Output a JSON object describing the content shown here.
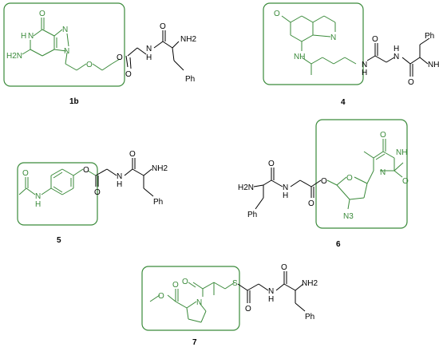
{
  "colors": {
    "highlight": "#3a8a3a",
    "bond": "#000000",
    "background": "#ffffff"
  },
  "compounds": [
    {
      "label": "1b",
      "atoms": {
        "o_carbonyl": "O",
        "n7": "N",
        "n1": "N",
        "h1": "H",
        "nh2": "H2N",
        "n9": "N",
        "o_ether": "O",
        "o_ester": "O",
        "o_co": "O",
        "nh": "N",
        "h_nh": "H",
        "o_amide": "O",
        "nh2_amino": "NH2",
        "ph": "Ph"
      }
    },
    {
      "label": "4",
      "atoms": {
        "o_methoxy": "O",
        "n_quin": "N",
        "nh_a": "NH",
        "nh_b": "N",
        "h_b": "H",
        "nh_c": "N",
        "h_c": "H",
        "o_c1": "O",
        "o_c2": "O",
        "ph": "Ph",
        "nh2_amino": "NH2"
      }
    },
    {
      "label": "5",
      "atoms": {
        "o_acyl": "O",
        "nh_a": "N",
        "h_a": "H",
        "o_ester": "O",
        "o_co": "O",
        "nh": "N",
        "h_nh": "H",
        "o_amide": "O",
        "nh2_amino": "NH2",
        "ph": "Ph"
      }
    },
    {
      "label": "6",
      "atoms": {
        "o_top": "O",
        "nh_thy": "NH",
        "n_thy": "N",
        "o_thy": "O",
        "o_ring": "O",
        "o_ester": "O",
        "n3": "N3",
        "o_co": "O",
        "nh": "N",
        "h_nh": "H",
        "o_amide": "O",
        "h2n": "H2N",
        "ph": "Ph"
      }
    },
    {
      "label": "7",
      "atoms": {
        "o_methoxy": "O",
        "o_ester": "O",
        "n_pro": "N",
        "o_acyl": "O",
        "s": "S",
        "o_thio": "O",
        "nh": "N",
        "h_nh": "H",
        "o_amide": "O",
        "nh2_amino": "NH2",
        "ph": "Ph"
      }
    }
  ]
}
